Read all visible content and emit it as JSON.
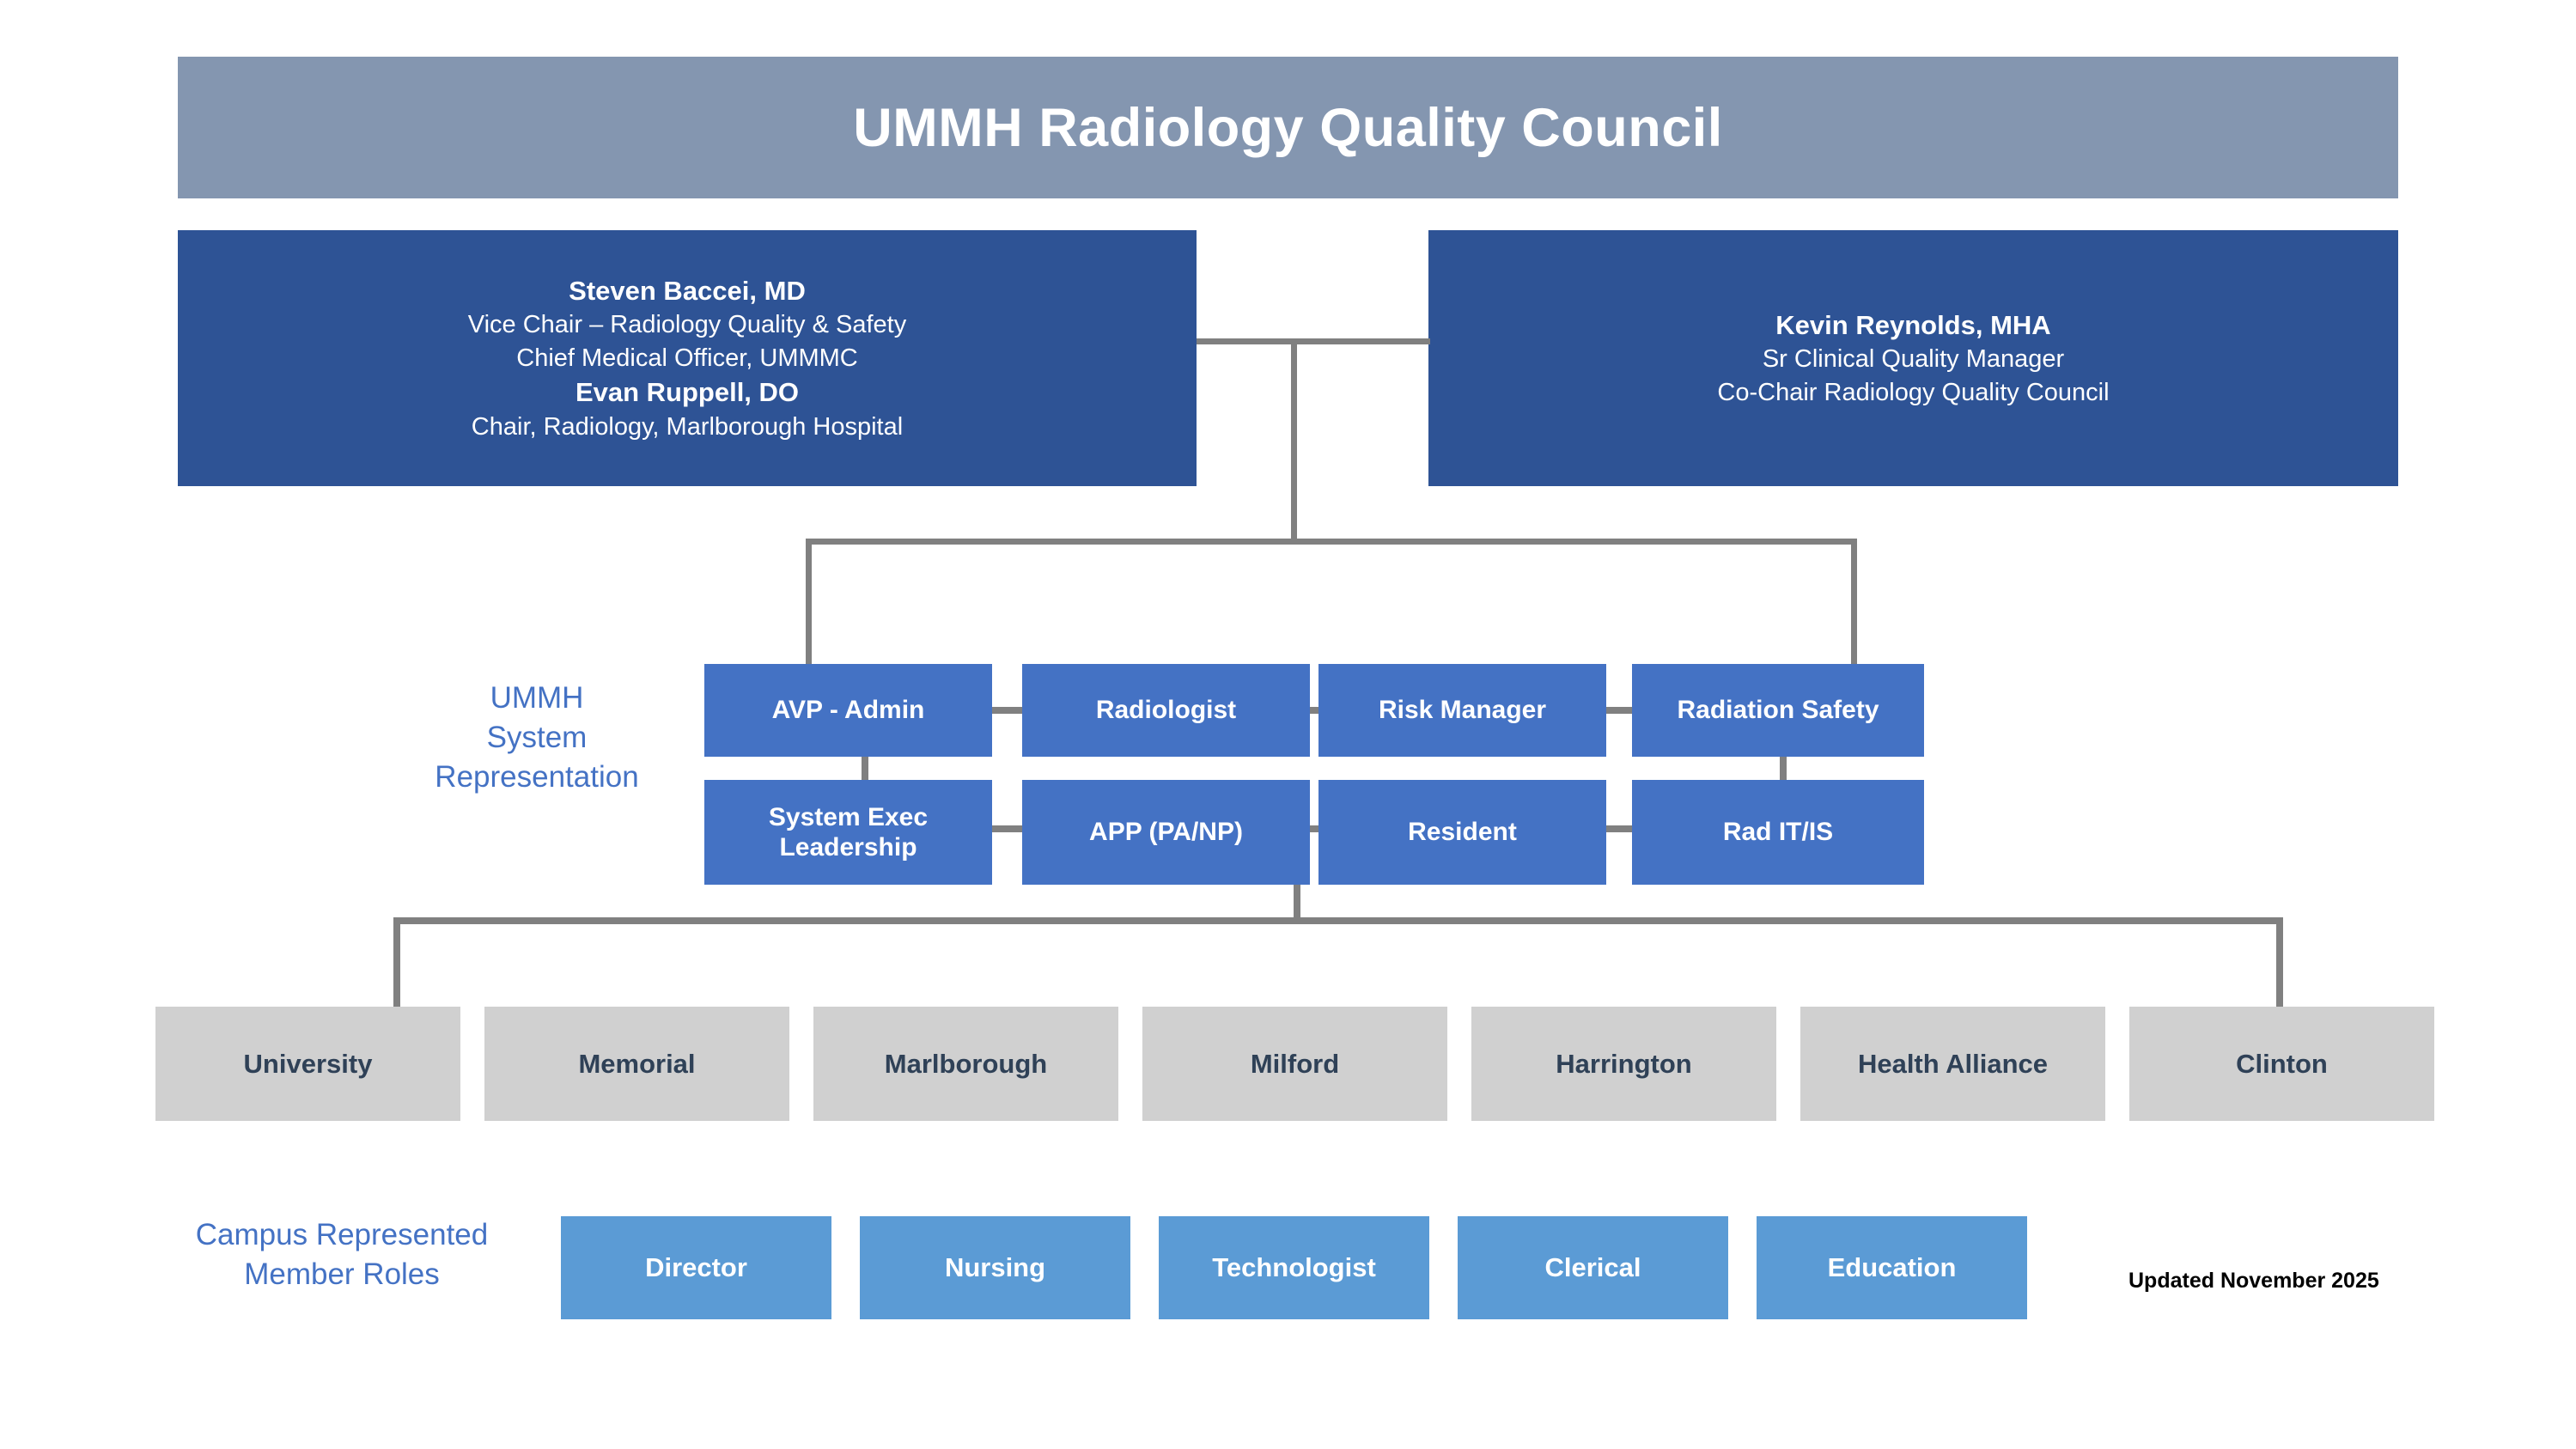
{
  "header": {
    "title": "UMMH Radiology Quality Council"
  },
  "leadership": {
    "left": {
      "lines": [
        {
          "text": "Steven Baccei, MD",
          "style": "name"
        },
        {
          "text": "Vice Chair – Radiology Quality & Safety",
          "style": "role"
        },
        {
          "text": "Chief Medical Officer, UMMMC",
          "style": "role"
        },
        {
          "text": "Evan Ruppell, DO",
          "style": "name"
        },
        {
          "text": "Chair, Radiology, Marlborough Hospital",
          "style": "role"
        }
      ]
    },
    "right": {
      "lines": [
        {
          "text": "Kevin Reynolds, MHA",
          "style": "name"
        },
        {
          "text": "Sr Clinical Quality Manager",
          "style": "role"
        },
        {
          "text": "Co-Chair Radiology Quality Council",
          "style": "role"
        }
      ]
    }
  },
  "system_representation": {
    "label": "UMMH System Representation",
    "label_lines": [
      "UMMH",
      "System",
      "Representation"
    ],
    "roles": [
      "AVP - Admin",
      "Radiologist",
      "Risk Manager",
      "Radiation Safety",
      "System Exec Leadership",
      "APP (PA/NP)",
      "Resident",
      "Rad IT/IS"
    ]
  },
  "campuses": [
    "University",
    "Memorial",
    "Marlborough",
    "Milford",
    "Harrington",
    "Health Alliance",
    "Clinton"
  ],
  "member_roles": {
    "label": "Campus Represented Member Roles",
    "label_lines": [
      "Campus Represented",
      "Member Roles"
    ],
    "items": [
      "Director",
      "Nursing",
      "Technologist",
      "Clerical",
      "Education"
    ]
  },
  "footer": {
    "updated": "Updated November 2025"
  },
  "colors": {
    "title_banner": "#8496B0",
    "leadership_box": "#2E5395",
    "system_box": "#4472C4",
    "campus_box": "#D0D0D0",
    "role_box": "#5B9BD5",
    "connector_line": "#808080",
    "campus_text": "#2F4157",
    "label_text": "#4472C4"
  }
}
